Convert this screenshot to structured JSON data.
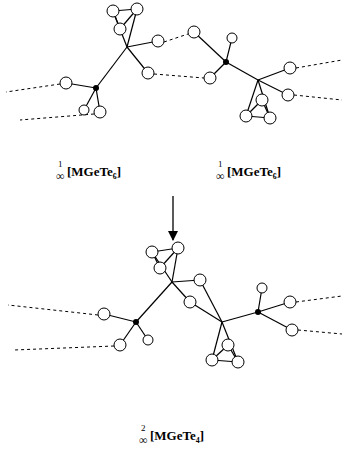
{
  "diagram": {
    "labels": [
      "1",
      "∞",
      "[MGeTe₆]",
      "1",
      "∞",
      "[MGeTe₆]",
      "2",
      "∞",
      "[MGeTe₄]"
    ]
  }
}
